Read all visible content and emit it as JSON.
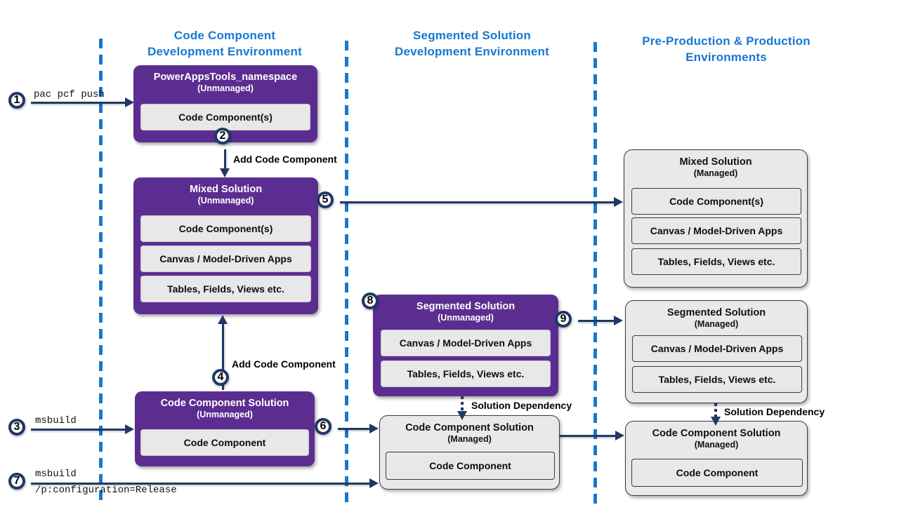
{
  "colors": {
    "purple": "#5C2D91",
    "navy": "#1F3864",
    "blue": "#1778D2",
    "box_gray": "#E9E9E9",
    "item_gray": "#E8E8E8",
    "managed_border": "#3B3B3B"
  },
  "headers": {
    "col1": "Code Component\nDevelopment Environment",
    "col2": "Segmented Solution\nDevelopment Environment",
    "col3": "Pre-Production & Production\nEnvironments"
  },
  "steps": {
    "c1": "1",
    "c2": "2",
    "c3": "3",
    "c4": "4",
    "c5": "5",
    "c6": "6",
    "c7": "7",
    "c8": "8",
    "c9": "9"
  },
  "labels": {
    "pac_pcf_push": "pac pcf push",
    "msbuild": "msbuild",
    "msbuild_release_line1": "msbuild",
    "msbuild_release_line2": "/p:configuration=Release",
    "add_code_component_1": "Add Code Component",
    "add_code_component_2": "Add Code Component",
    "solution_dependency_1": "Solution Dependency",
    "solution_dependency_2": "Solution Dependency"
  },
  "boxes": {
    "powerapps_ns": {
      "title": "PowerAppsTools_namespace",
      "subtitle": "(Unmanaged)",
      "items": [
        "Code Component(s)"
      ]
    },
    "mixed_unmanaged": {
      "title": "Mixed Solution",
      "subtitle": "(Unmanaged)",
      "items": [
        "Code Component(s)",
        "Canvas / Model-Driven Apps",
        "Tables, Fields, Views etc."
      ]
    },
    "ccs_unmanaged": {
      "title": "Code Component Solution",
      "subtitle": "(Unmanaged)",
      "items": [
        "Code Component"
      ]
    },
    "segmented_unmanaged": {
      "title": "Segmented Solution",
      "subtitle": "(Unmanaged)",
      "items": [
        "Canvas / Model-Driven Apps",
        "Tables, Fields, Views etc."
      ]
    },
    "mixed_managed": {
      "title": "Mixed Solution",
      "subtitle": "(Managed)",
      "items": [
        "Code Component(s)",
        "Canvas / Model-Driven Apps",
        "Tables, Fields, Views etc."
      ]
    },
    "segmented_managed": {
      "title": "Segmented Solution",
      "subtitle": "(Managed)",
      "items": [
        "Canvas / Model-Driven Apps",
        "Tables, Fields, Views etc."
      ]
    },
    "ccs_managed_mid": {
      "title": "Code Component Solution",
      "subtitle": "(Managed)",
      "items": [
        "Code Component"
      ]
    },
    "ccs_managed_right": {
      "title": "Code Component Solution",
      "subtitle": "(Managed)",
      "items": [
        "Code Component"
      ]
    }
  }
}
